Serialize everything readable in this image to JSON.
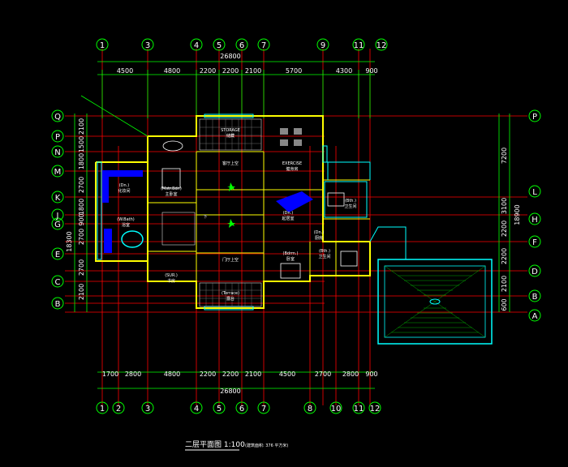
{
  "drawing": {
    "title": "二层平面图 1:100",
    "subtitle": "(建筑面积: 376 平方米)",
    "total_width_label": "26800",
    "top_dims": [
      "4500",
      "4800",
      "2200",
      "2200",
      "2100",
      "5700",
      "4300",
      "900"
    ],
    "bottom_dims": [
      "1700",
      "2800",
      "4800",
      "2200",
      "2200",
      "2100",
      "4500",
      "2700",
      "2800",
      "900"
    ],
    "left_dims": [
      "2100",
      "1500",
      "1800",
      "2700",
      "1800",
      "900",
      "2700",
      "2700",
      "2100"
    ],
    "left_total": "18300",
    "right_dims": [
      "7200",
      "3100",
      "2200",
      "2200",
      "2100",
      "600"
    ],
    "right_total": "18900",
    "top_axes": [
      "1",
      "3",
      "4",
      "5",
      "6",
      "7",
      "9",
      "11",
      "12"
    ],
    "bottom_axes": [
      "1",
      "2",
      "3",
      "4",
      "5",
      "6",
      "7",
      "8",
      "10",
      "11",
      "12"
    ],
    "left_axes": [
      "Q",
      "P",
      "N",
      "M",
      "K",
      "J",
      "G",
      "E",
      "C",
      "B"
    ],
    "right_axes": [
      "P",
      "L",
      "H",
      "F",
      "D",
      "B",
      "A"
    ]
  },
  "rooms": [
    {
      "name": "STORAGE",
      "cn": "储藏"
    },
    {
      "name": "EXERCISE",
      "cn": "健身房"
    },
    {
      "name": "(Dn.)",
      "cn": "化妆间"
    },
    {
      "name": "(Mstr.Bdr.)",
      "cn": "主卧室"
    },
    {
      "name": "(W.Bath)",
      "cn": "浴室"
    },
    {
      "name": "(Dn.)",
      "cn": "起居室"
    },
    {
      "name": "(Dn.)",
      "cn": "厨房"
    },
    {
      "name": "(Bdrm.)",
      "cn": "卧室"
    },
    {
      "name": "(Bth.)",
      "cn": "卫生间"
    },
    {
      "name": "(Bth.)",
      "cn": "卫生间"
    },
    {
      "name": "(SUR.)",
      "cn": "书房"
    },
    {
      "name": "(Terrace)",
      "cn": "露台"
    },
    {
      "name": "",
      "cn": "客厅上空"
    },
    {
      "name": "",
      "cn": "门厅上空"
    },
    {
      "name": "",
      "cn": "下"
    }
  ],
  "colors": {
    "background": "#000000",
    "axis_line": "#ff0000",
    "dim_line": "#00ff00",
    "wall": "#ffff00",
    "window": "#00ffff",
    "furniture": "#0000ff",
    "text": "#ffffff"
  }
}
